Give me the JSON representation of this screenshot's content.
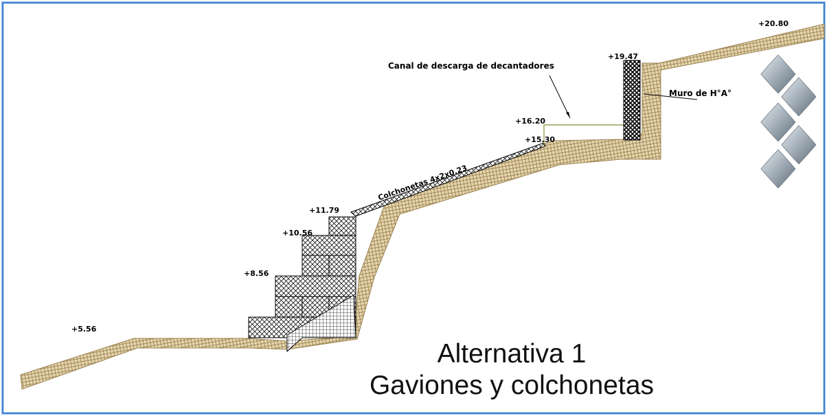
{
  "drawing": {
    "elevations": {
      "e1": "+5.56",
      "e2": "+8.56",
      "e3": "+10.56",
      "e4": "+11.79",
      "e5": "+15.30",
      "e6": "+16.20",
      "e7": "+19.47",
      "e8": "+20.80"
    },
    "labels": {
      "canal": "Canal de descarga de decantadores",
      "muro": "Muro de H°A°",
      "colchonetas": "Colchonetas 4x2x0.23"
    },
    "colors": {
      "frame": "#3c7fd0",
      "soil": "#e6d6ae",
      "soil_hatch": "#9a8150",
      "gabion_hatch": "#111111",
      "canal_line": "#8a8a3a",
      "logo": "#8a96a2"
    }
  },
  "caption": {
    "line1": "Alternativa 1",
    "line2": "Gaviones y colchonetas"
  }
}
